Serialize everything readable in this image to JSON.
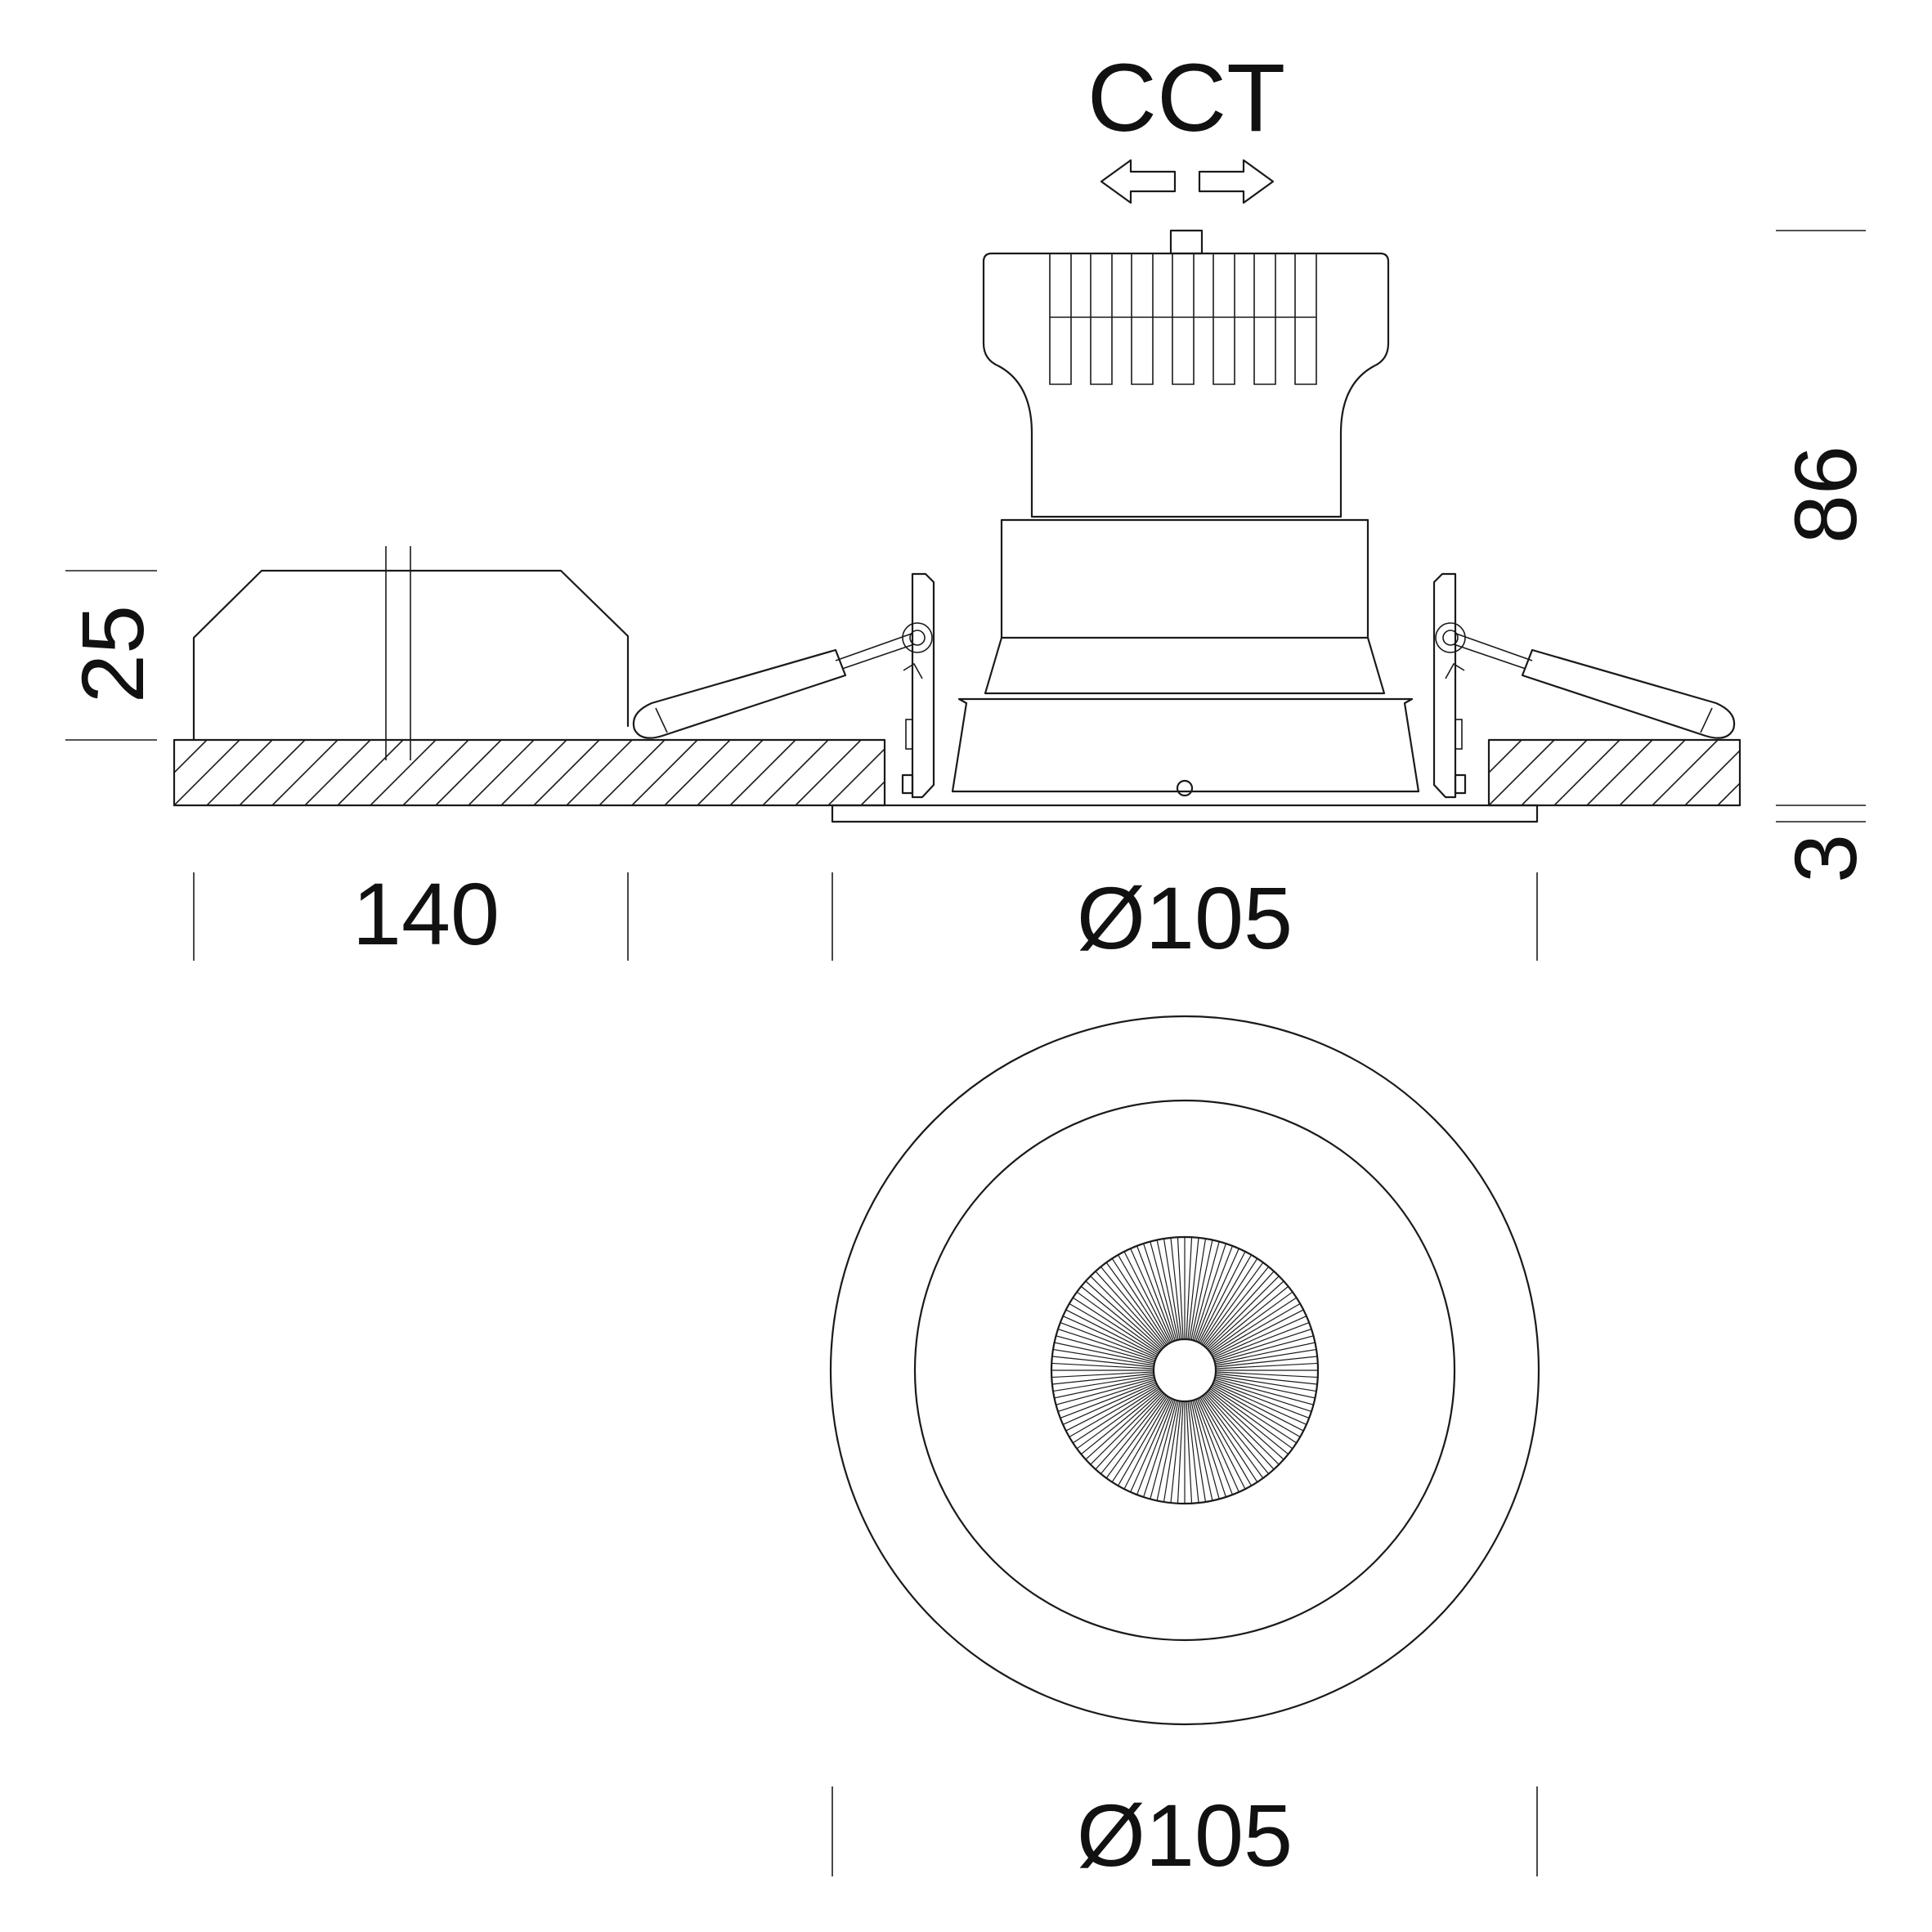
{
  "labels": {
    "cct": "CCT",
    "height_total": "86",
    "height_driver": "25",
    "trim_thickness": "3",
    "width_driver": "140",
    "diameter_side": "Ø105",
    "diameter_top": "Ø105"
  },
  "colors": {
    "stroke": "#1a1a1a",
    "background": "#ffffff"
  }
}
